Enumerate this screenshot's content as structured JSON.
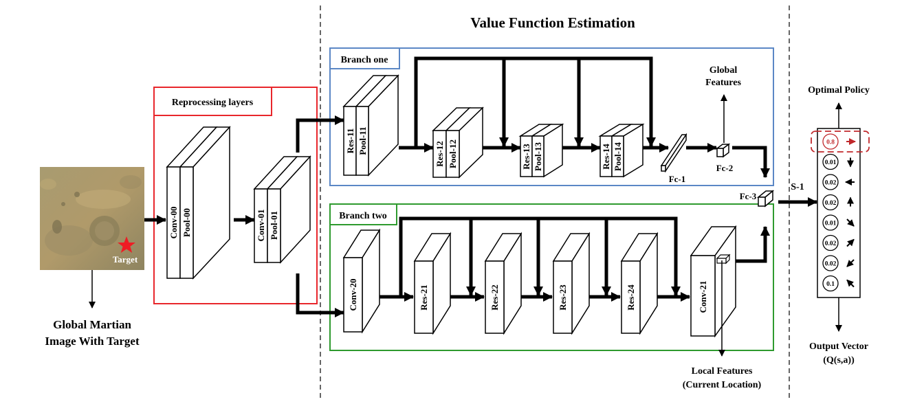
{
  "title": "Value Function Estimation",
  "input": {
    "caption_line1": "Global Martian",
    "caption_line2": "Image With Target",
    "target_label": "Target"
  },
  "reprocessing": {
    "label": "Reprocessing layers",
    "block0": [
      "Conv-00",
      "Pool-00"
    ],
    "block1": [
      "Conv-01",
      "Pool-01"
    ]
  },
  "branch_one": {
    "label": "Branch one",
    "blocks": [
      [
        "Res-11",
        "Pool-11"
      ],
      [
        "Res-12",
        "Pool-12"
      ],
      [
        "Res-13",
        "Pool-13"
      ],
      [
        "Res-14",
        "Pool-14"
      ]
    ],
    "fc1": "Fc-1",
    "fc2": "Fc-2",
    "global_features": [
      "Global",
      "Features"
    ]
  },
  "branch_two": {
    "label": "Branch two",
    "blocks": [
      "Conv-20",
      "Res-21",
      "Res-22",
      "Res-23",
      "Res-24",
      "Conv-21"
    ],
    "local_features": [
      "Local Features",
      "(Current Location)"
    ]
  },
  "fc3": "Fc-3",
  "s1": "S-1",
  "output": {
    "optimal_policy": "Optimal Policy",
    "caption_line1": "Output Vector",
    "caption_line2": "(Q(s,a))",
    "items": [
      {
        "value": "0.8",
        "arrow": "arrow-right-icon",
        "highlight": true
      },
      {
        "value": "0.01",
        "arrow": "arrow-down-icon",
        "highlight": false
      },
      {
        "value": "0.02",
        "arrow": "arrow-left-icon",
        "highlight": false
      },
      {
        "value": "0.02",
        "arrow": "arrow-up-icon",
        "highlight": false
      },
      {
        "value": "0.01",
        "arrow": "arrow-down-right-icon",
        "highlight": false
      },
      {
        "value": "0.02",
        "arrow": "arrow-up-right-icon",
        "highlight": false
      },
      {
        "value": "0.02",
        "arrow": "arrow-down-left-icon",
        "highlight": false
      },
      {
        "value": "0.1",
        "arrow": "arrow-up-left-icon",
        "highlight": false
      }
    ]
  },
  "colors": {
    "reprocessing_frame": "#e8262b",
    "branch_one_frame": "#5b87c5",
    "branch_two_frame": "#2e9a2e",
    "highlight": "#c0282b"
  }
}
